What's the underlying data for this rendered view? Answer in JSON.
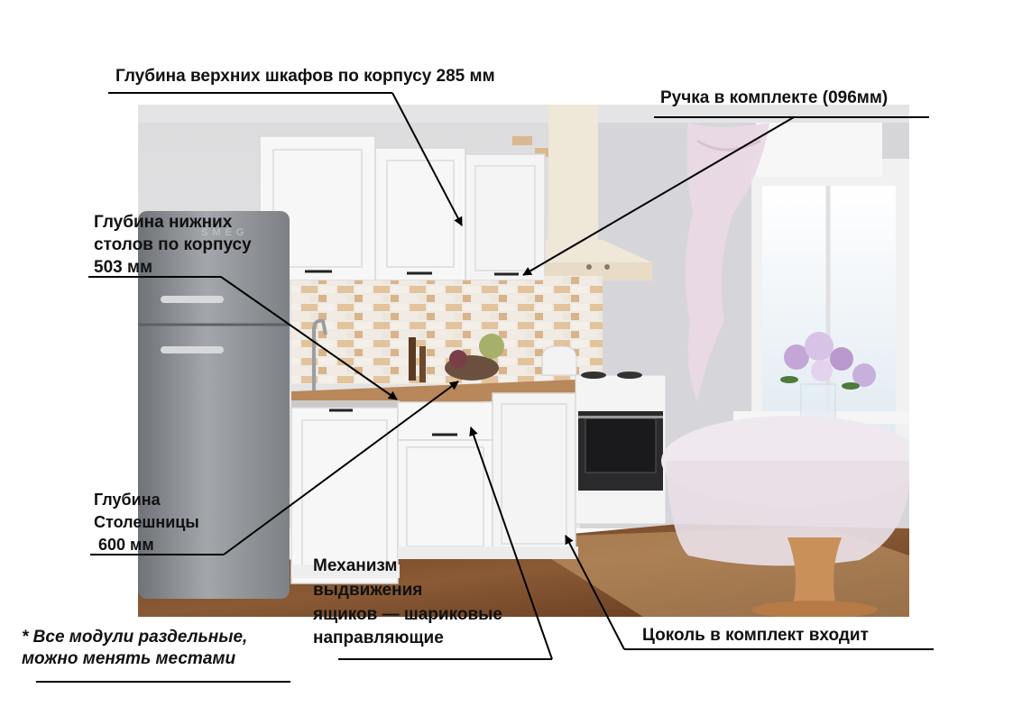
{
  "annotations": {
    "upper_depth": "Глубина верхних шкафов по корпусу 285 мм",
    "handle": "Ручка в комплекте (096мм)",
    "lower_depth_line1": "Глубина нижних",
    "lower_depth_line2": "столов по корпусу",
    "lower_depth_line3": "503 мм",
    "countertop_line1": "Глубина",
    "countertop_line2": "Столешницы",
    "countertop_line3": " 600 мм",
    "drawer_line1": "Механизм",
    "drawer_line2": "выдвижения",
    "drawer_line3": "ящиков — шариковые",
    "drawer_line4": "направляющие",
    "plinth": "Цоколь в комплект входит"
  },
  "note": {
    "line1": "* Все модули раздельные,",
    "line2": "можно менять местами"
  },
  "photo": {
    "fridge_brand": "SMEG"
  },
  "colors": {
    "wall": "#e6e4e3",
    "cabinet": "#f7f7f7",
    "wood_floor": "#7a4a2a",
    "countertop": "#b8875a",
    "fridge": "#8f9397",
    "tile_accent": "#d9b48a",
    "window": "#eef4f8"
  }
}
